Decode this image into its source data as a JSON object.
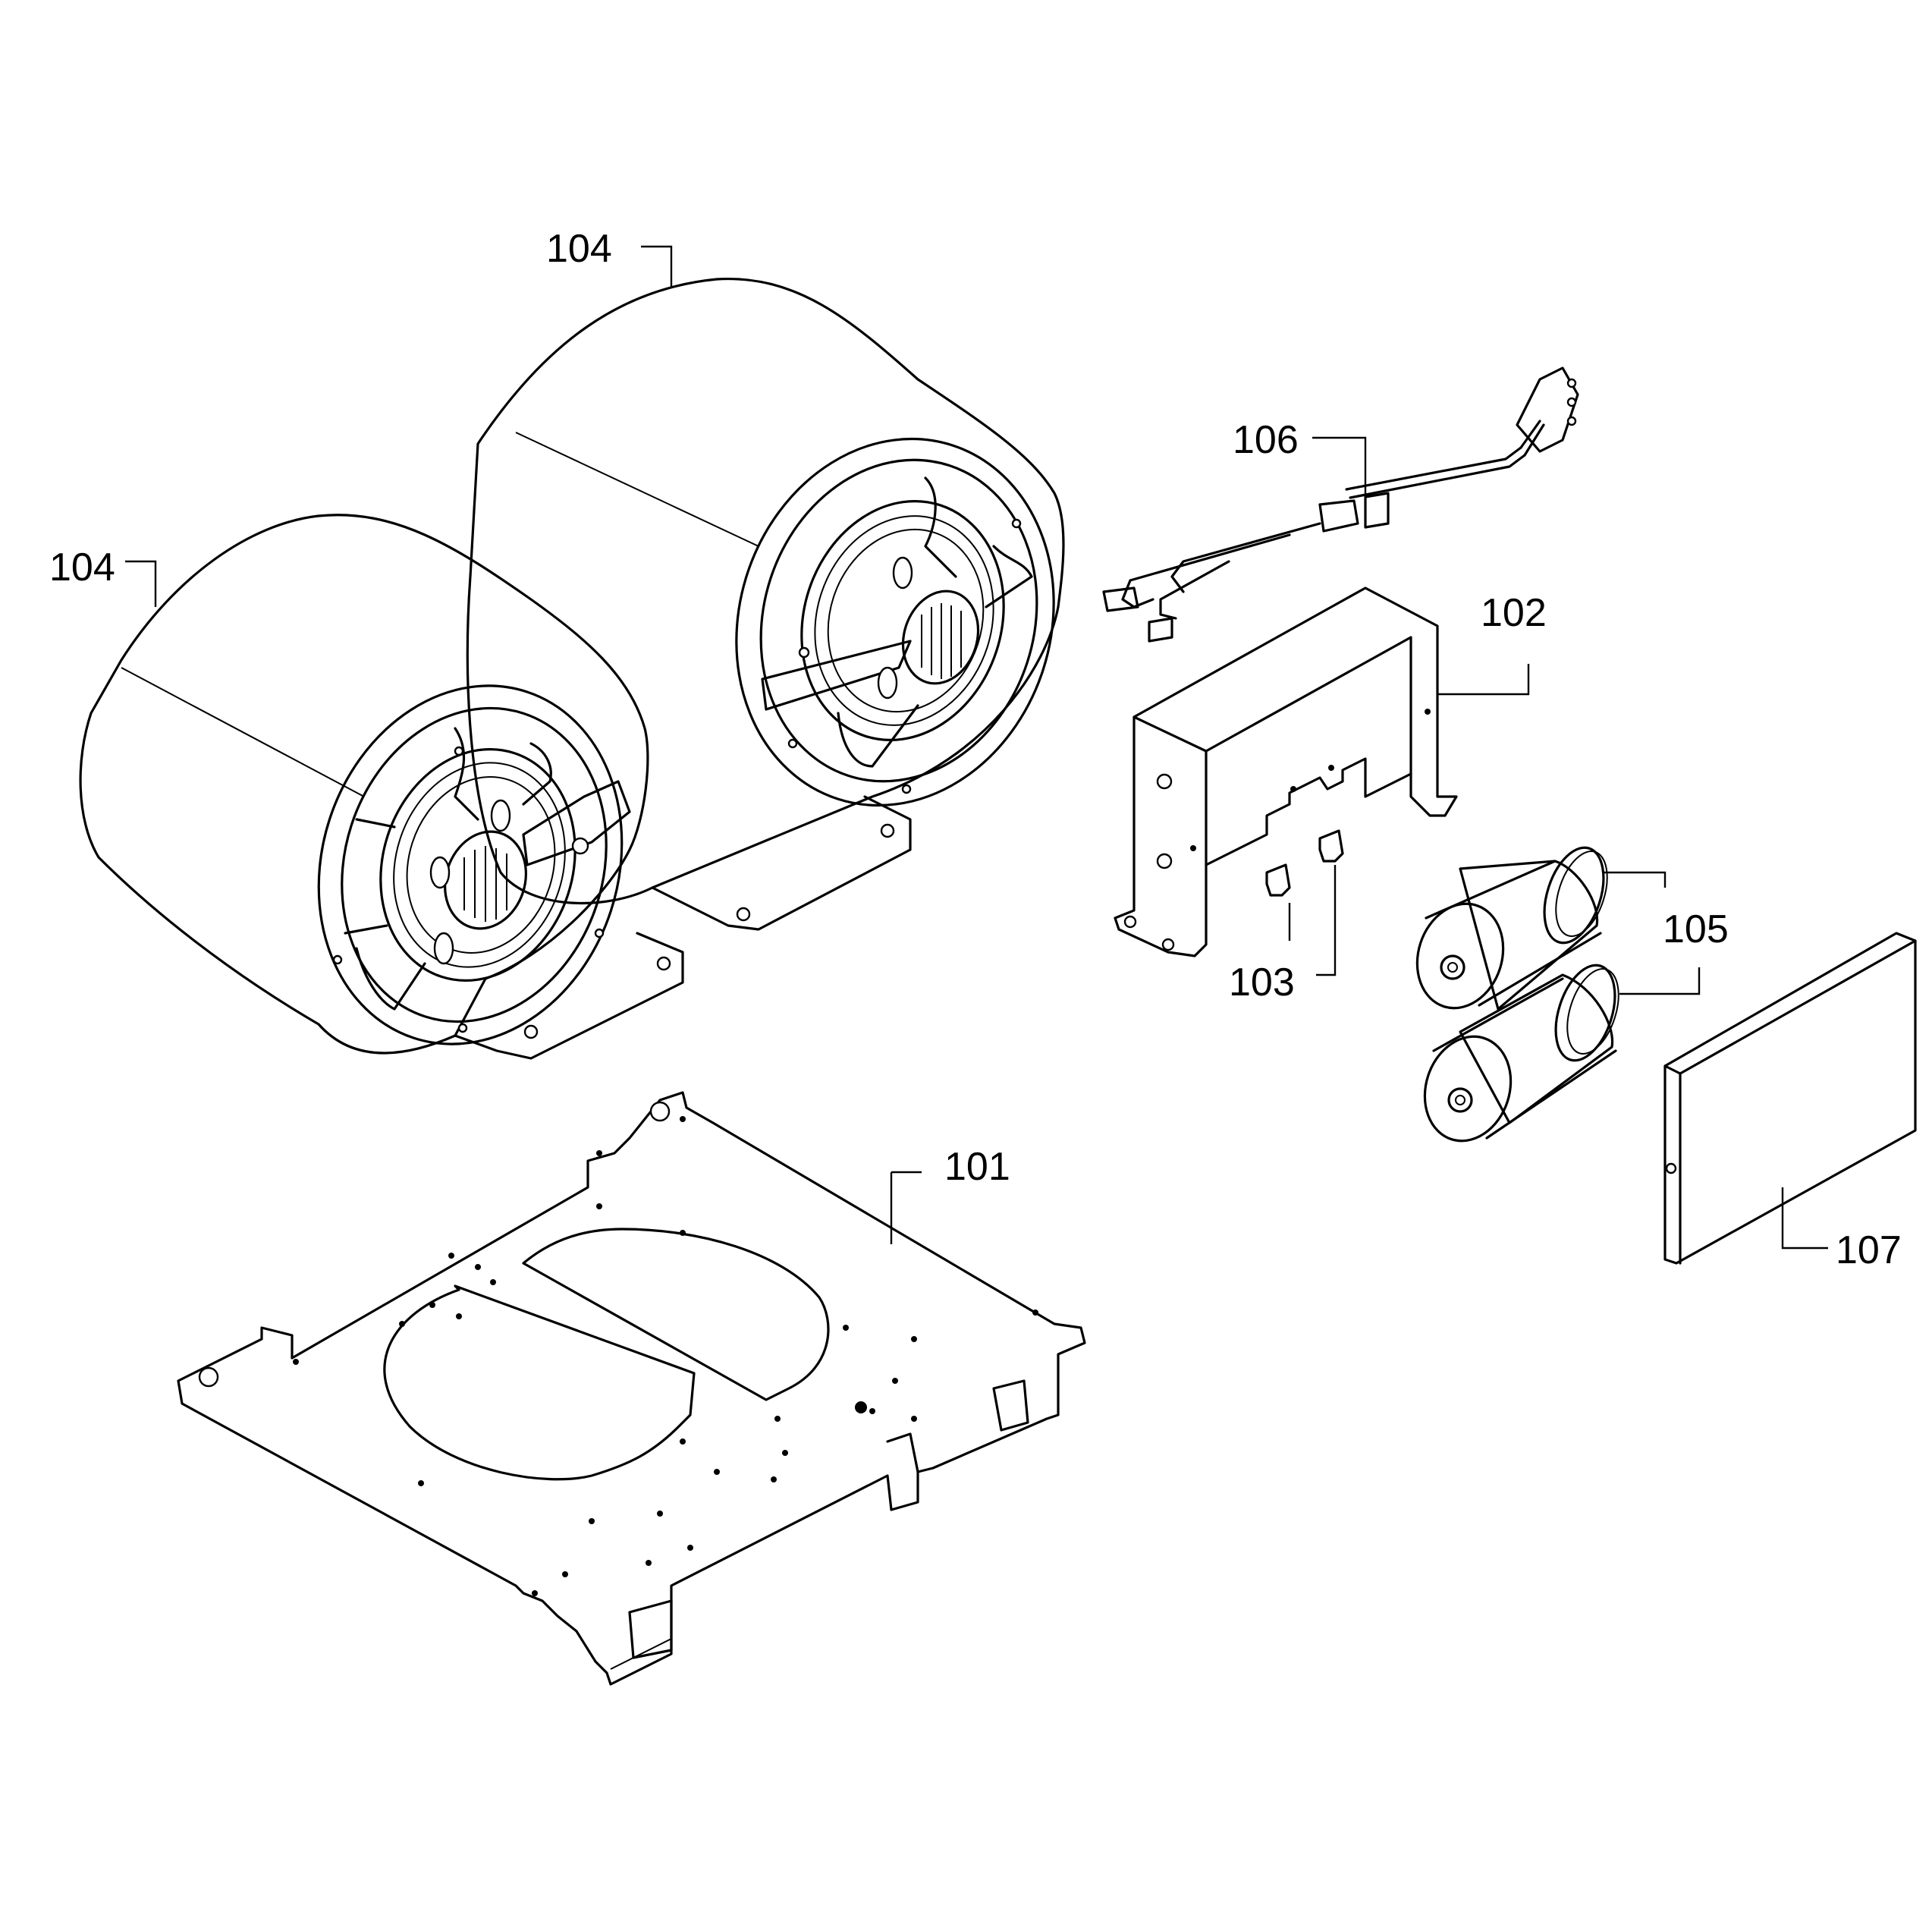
{
  "callouts": {
    "c101": "101",
    "c102": "102",
    "c103": "103",
    "c104_rear": "104",
    "c104_front": "104",
    "c105": "105",
    "c106": "106",
    "c107": "107"
  },
  "colors": {
    "line": "#000000",
    "background": "#ffffff"
  }
}
